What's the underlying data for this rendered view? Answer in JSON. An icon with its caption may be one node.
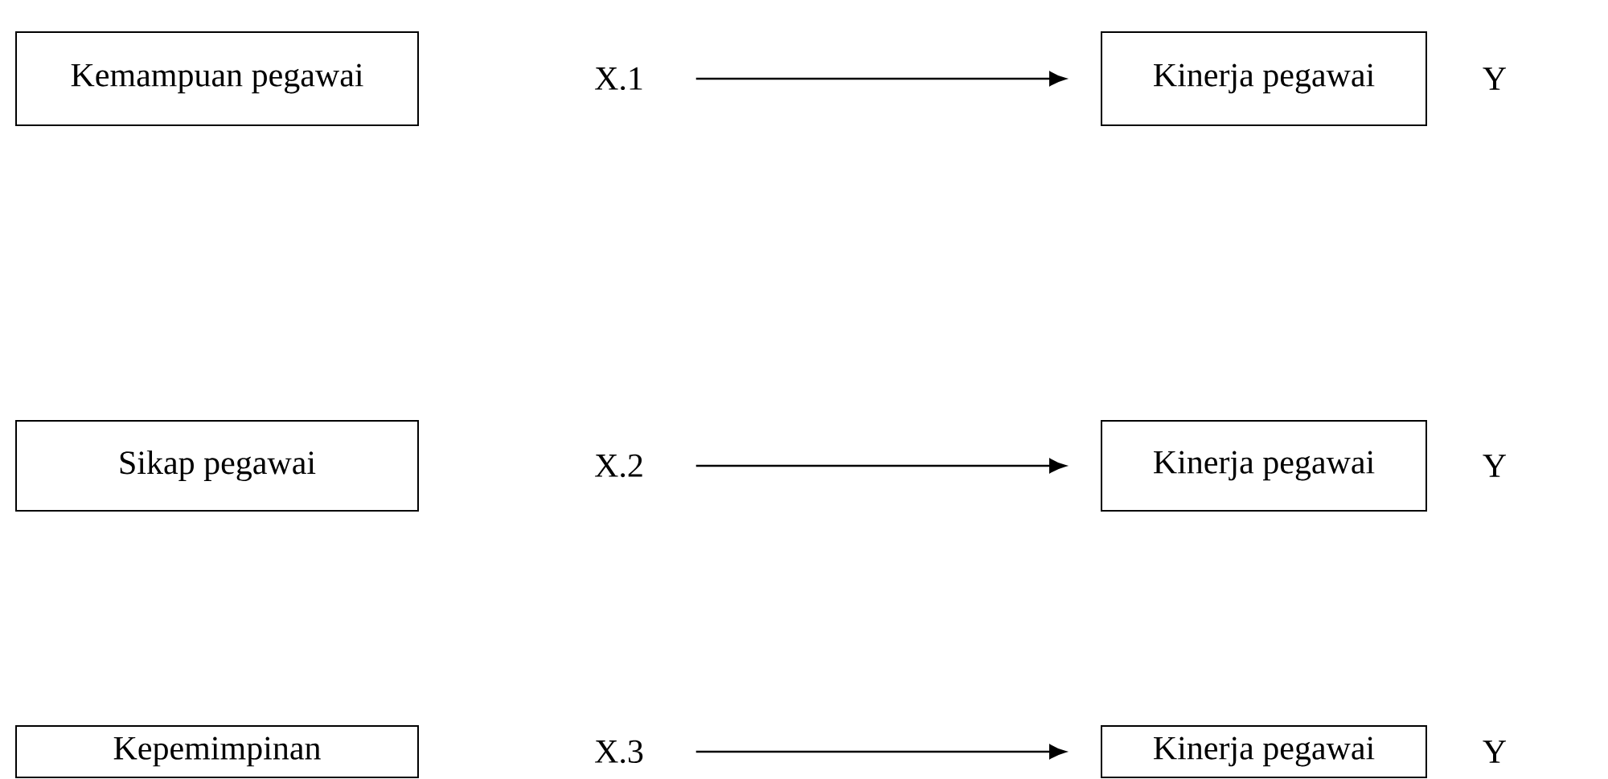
{
  "diagram": {
    "nodes": [
      {
        "text": [
          "Kemampuan pegawai"
        ]
      },
      {
        "text": [
          "X.1"
        ]
      },
      {
        "text": [
          "Kinerja pegawai"
        ],
        "beside": [
          "Y"
        ]
      },
      {
        "text": [
          "Sikap pegawai"
        ]
      },
      {
        "text": [
          "X.2"
        ]
      },
      {
        "text": [
          "Kinerja pegawai"
        ],
        "beside": [
          "Y"
        ]
      },
      {
        "text": [
          "Kepemimpinan"
        ]
      },
      {
        "text": [
          "X.3"
        ]
      },
      {
        "text": [
          "Kinerja pegawai"
        ],
        "beside": [
          "Y"
        ]
      }
    ],
    "edges": [
      {
        "from": 1,
        "to": 2,
        "arrow": "to"
      },
      {
        "from": 4,
        "to": 5,
        "arrow": "to"
      },
      {
        "from": 7,
        "to": 8,
        "arrow": "to"
      }
    ]
  }
}
